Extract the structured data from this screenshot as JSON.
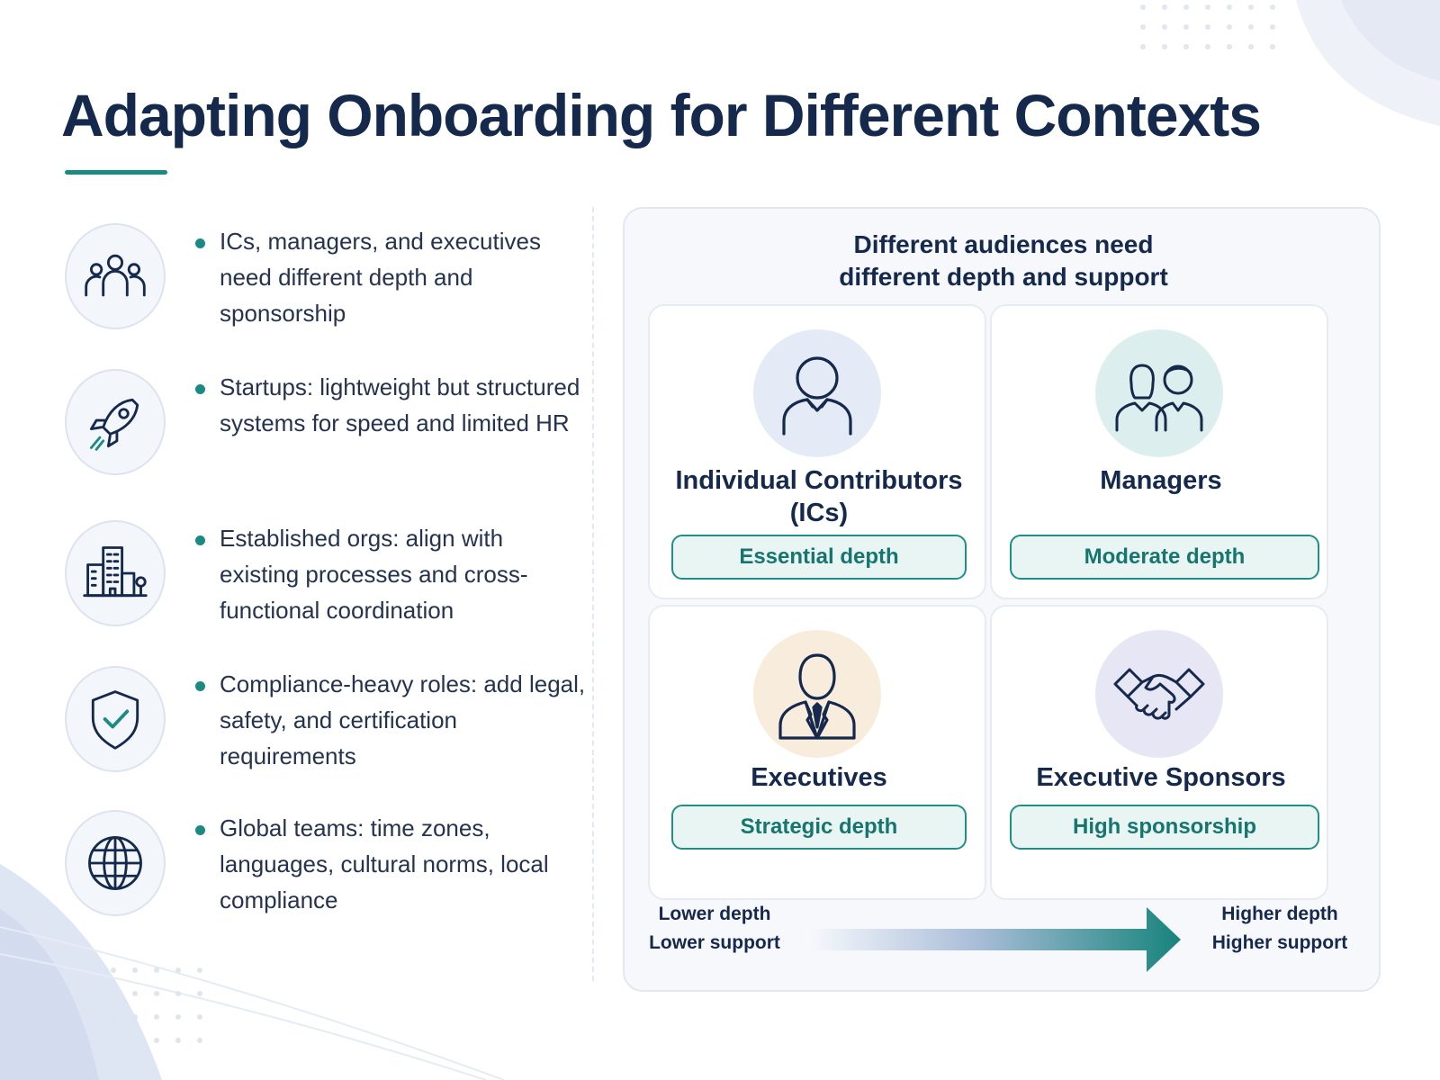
{
  "title": "Adapting Onboarding for Different Contexts",
  "contexts": [
    {
      "icon": "group-people-icon",
      "text": "ICs, managers, and executives need different depth and sponsorship"
    },
    {
      "icon": "rocket-icon",
      "text": "Startups: lightweight but structured systems for speed and limited HR"
    },
    {
      "icon": "office-building-icon",
      "text": "Established orgs: align with existing processes and cross-functional coordination"
    },
    {
      "icon": "shield-check-icon",
      "text": "Compliance-heavy roles: add legal, safety, and certification requirements"
    },
    {
      "icon": "globe-icon",
      "text": "Global teams: time zones, languages, cultural norms, local compliance"
    }
  ],
  "panel": {
    "heading": "Different audiences need different depth and support",
    "cards": [
      {
        "icon": "individual-person-icon",
        "title": "Individual Contributors (ICs)",
        "level": "Essential depth",
        "avatar_color": "#e4ebf6"
      },
      {
        "icon": "two-people-icon",
        "title": "Managers",
        "level": "Moderate depth",
        "avatar_color": "#dcefee"
      },
      {
        "icon": "executive-suit-icon",
        "title": "Executives",
        "level": "Strategic depth",
        "avatar_color": "#f8ecdd"
      },
      {
        "icon": "handshake-icon",
        "title": "Executive Sponsors",
        "level": "High sponsorship",
        "avatar_color": "#e6e6f4"
      }
    ],
    "scale": {
      "low_line1": "Lower depth",
      "low_line2": "Lower support",
      "high_line1": "Higher depth",
      "high_line2": "Higher support"
    }
  },
  "colors": {
    "accent": "#1a8a82",
    "navy": "#15294d",
    "panel": "#f6f8fc"
  }
}
